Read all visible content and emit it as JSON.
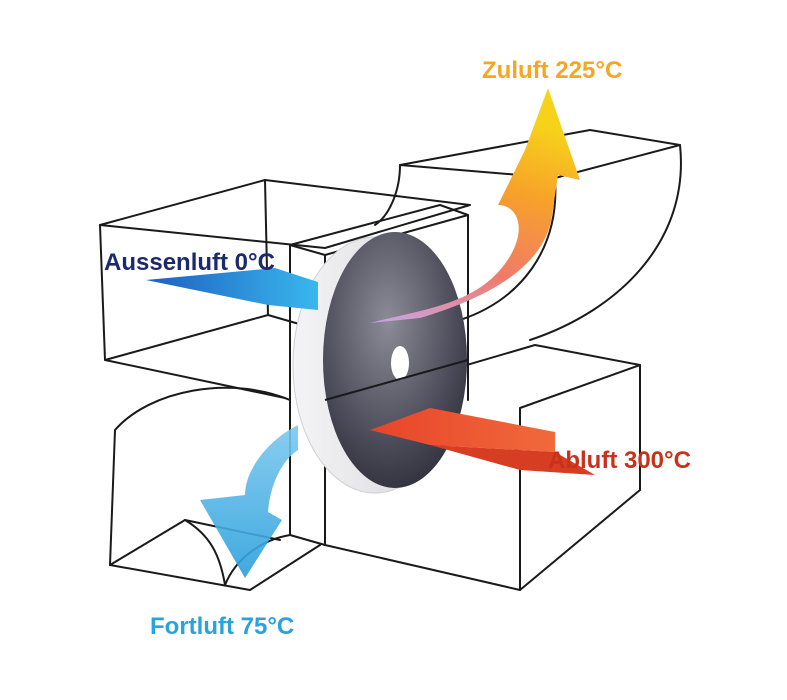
{
  "labels": {
    "zuluft": "Zuluft 225°C",
    "aussenluft": "Aussenluft 0°C",
    "abluft": "Abluft 300°C",
    "fortluft": "Fortluft 75°C"
  },
  "colors": {
    "zuluft": "#f5a623",
    "aussenluft": "#1b2a6e",
    "abluft": "#c8321b",
    "fortluft": "#2aa2dd"
  }
}
